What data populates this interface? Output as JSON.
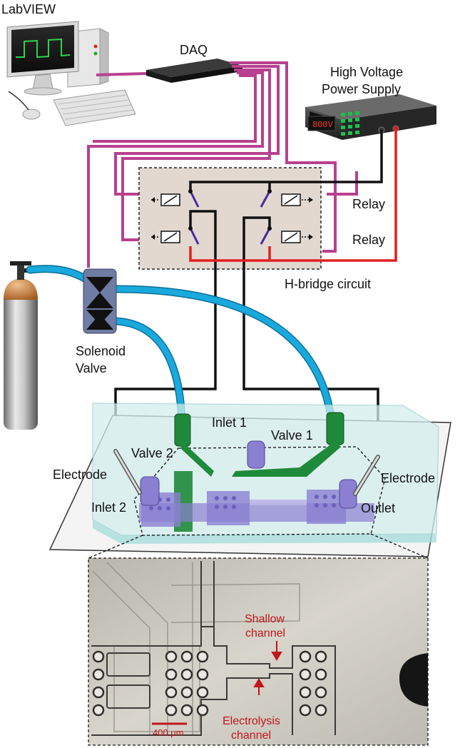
{
  "labels": {
    "labview": "LabVIEW",
    "daq": "DAQ",
    "hv_line1": "High Voltage",
    "hv_line2": "Power Supply",
    "hv_display": "800V",
    "relay_top": "Relay",
    "relay_bottom": "Relay",
    "hbridge": "H-bridge circuit",
    "solenoid_line1": "Solenoid",
    "solenoid_line2": "Valve",
    "inlet1": "Inlet 1",
    "valve1": "Valve 1",
    "valve2": "Valve 2",
    "electrode_left": "Electrode",
    "electrode_right": "Electrode",
    "inlet2": "Inlet 2",
    "outlet": "Outlet",
    "shallow_line1": "Shallow",
    "shallow_line2": "channel",
    "electrolysis_line1": "Electrolysis",
    "electrolysis_line2": "channel",
    "scale_bar": "400 µm"
  },
  "colors": {
    "control_wire": "#b8408f",
    "power_wire": "#111111",
    "positive_wire": "#e21e1e",
    "air_tubing": "#1aa9dd",
    "valve_layer": "#1f8a3a",
    "fluid_layer": "#8a7fd1",
    "annotation": "#c0161c"
  },
  "icons": {
    "computer": "computer-icon",
    "daq": "daq-box-icon",
    "power_supply": "power-supply-icon",
    "gas_cylinder": "gas-cylinder-icon",
    "solenoid_valve": "solenoid-valve-icon",
    "relay": "relay-icon",
    "chip": "microfluidic-chip-icon",
    "micrograph": "micrograph-image"
  }
}
